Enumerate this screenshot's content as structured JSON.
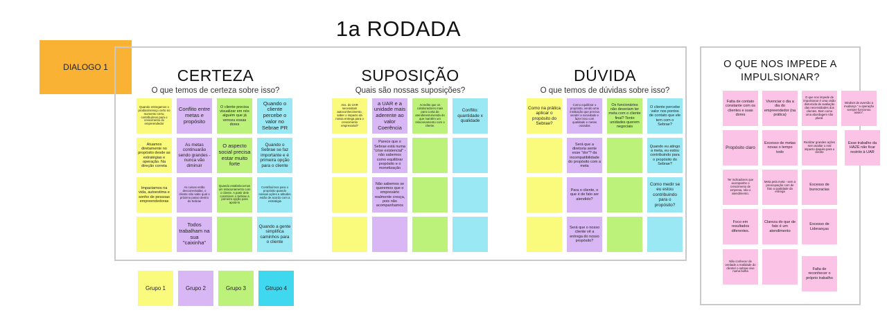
{
  "page_title": "1a RODADA",
  "dialogo": "DIALOGO 1",
  "sections": {
    "certeza": {
      "title": "CERTEZA",
      "subtitle": "O que temos de certeza sobre isso?"
    },
    "suposicao": {
      "title": "SUPOSIÇÃO",
      "subtitle": "Quais são nossas suposições?"
    },
    "duvida": {
      "title": "DÚVIDA",
      "subtitle": "O que temos de dúvidas sobre isso?"
    },
    "impede": {
      "title": "O QUE NOS IMPEDE A IMPULSIONAR?"
    }
  },
  "notes": {
    "certeza": [
      "Quando entregamos o produto/serviço certo no momento certo, contribuímos para o crescimento do empreendedor",
      "Conflito entre metas e propósito",
      "O cliente precisa visualizar em nós alguém que já venceu essas dores",
      "Quando o cliente percebe o valor no Sebrae PR",
      "Atuamos diretamente no propósito desde as estratégias e operação. Na direção correta",
      "As metas continuarão sendo grandes - nunca vão diminuir",
      "O aspecto social precisa estar muito forte",
      "Quando o Sebrae se faz importante e é primeira opção para o cliente",
      "Impactamos na vida, autoestima e sonho de pessoas empreendedoras",
      "As coisas estão desconectadas, o cliente não sabe qual o próximo passo dentro do Sebrae",
      "Quando estabelecemos um relacionamento com o cliente. A partir dele constróem o Sebrae a primeira opção para apoiá-lo",
      "Contribuímos para o propósito quando nossas ações e atitudes estão de acordo com a estratégia",
      "Todos trabalham na sua \"caixinha\"",
      "Quando a gente simplifica caminhos para o cliente"
    ],
    "suposicao": [
      "Ass. do UAR necessitam autoconhecimento, saber o impacto da nossa entrega para o crescimento empresarial?",
      "a UAR e a unidade mais aderente ao valor Coerência",
      "Acredito que os colaboradores mais para conta de atendimento/venda do que mantém um relacionamento com o cliente.",
      "Conflito: quantidade x qualidade",
      "Parece que o Sebrae está numa \"crise existencial\" - não sabemos como equilibrar propósito e o monetização",
      "Não sabemos se queremos que o empresário realmente cresça, pois não acompanhamos"
    ],
    "duvida": [
      "Como na prática aplicar o propósito do Sebrae?",
      "Como equilibrar o propósito, vendo uma instituição que precisa vender a sociedade e fazer isso com qualidade e metas ousadas",
      "Os funcionários não deveriam ter meta com o cliente final? Tento unidades querem negociais",
      "O cliente percebe valor nos pontos de contato que ele tem com o Sebrae?",
      "Será que a diretoria sente esse \"dor\"? da incompatibilidade do propósito com a meta",
      "Quando eu atingo a meta, eu estou contribuindo para o propósito do Sebrae?",
      "Para o cliente, o que é de fato ser atendido?",
      "Como medir se eu estou contribuindo para o propósito?",
      "Será que o nosso cliente vê a entrega do nosso propósito?"
    ],
    "impede": [
      "Falta de contato constante com os clientes e suas dores",
      "Vivenciar o dia a dia do empreendedor (na prática)",
      "O que nos impede de impulsionar é uma visão distorcida de avaliação das necessidades dos clientes. Bem como uma abordagem não plural.",
      "Mindset de aversão a mudança \" a operação sempre funcionou assim\".",
      "Propósito claro",
      "Excesso de metas novas o tempo todo",
      "Realizar grandes ações sem avaliar o real impacto daquilo para o cliente",
      "Esse trabalho da HAZE não ficar restrito à UAR",
      "Ter indicadores que acompanhe o crescimento de empresa, não o atendimento.",
      "Meta pela meta - sem a preocupação com de fato a qualidade da entrega",
      "Excesso de burocracias",
      "Foco em resultados diferentes.",
      "Clareza do que de fato é um atendimento",
      "Excesso de Lideranças",
      "Não conhecer de verdade a realidade do cliente/ o sebrae vive numa bolha",
      "Falta de reconhecer o próprio trabalho"
    ]
  },
  "legend": [
    "Grupo 1",
    "Grupo 2",
    "Grupo 3",
    "Gtrupo 4"
  ]
}
